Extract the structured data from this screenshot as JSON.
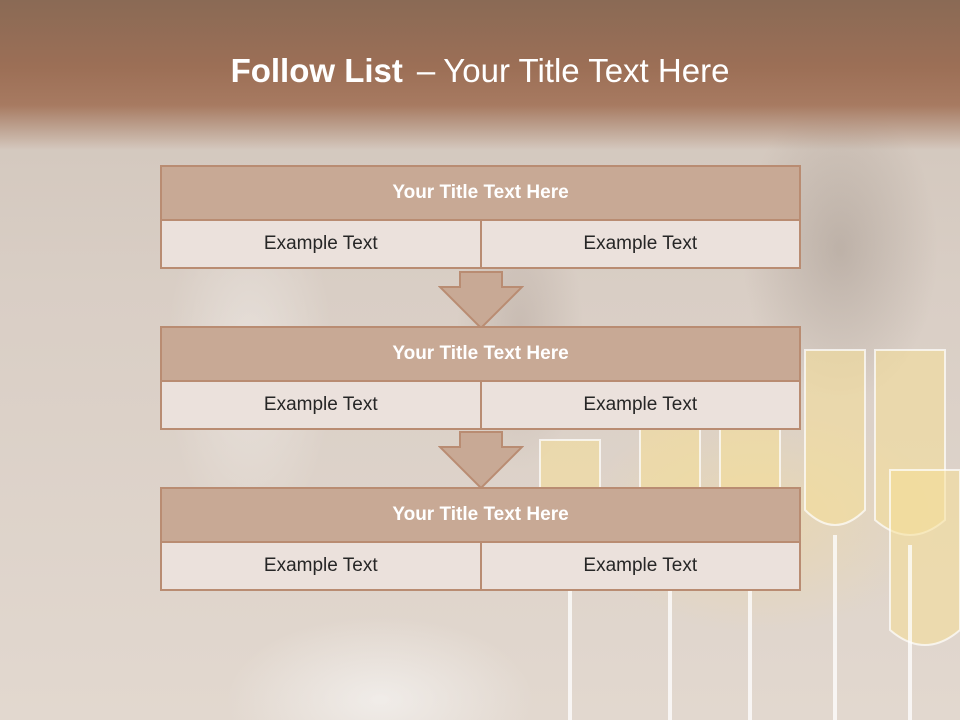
{
  "slide": {
    "title_bold": "Follow List",
    "title_sep": "–",
    "title_rest": "Your Title Text Here"
  },
  "colors": {
    "header_band": "#9c6f56",
    "block_header_fill": "#c8a995",
    "block_border": "#b98c72",
    "cell_fill": "#ebe1dc",
    "arrow_fill": "#c8a995"
  },
  "blocks": [
    {
      "title": "Your Title Text Here",
      "left": "Example Text",
      "right": "Example Text"
    },
    {
      "title": "Your Title Text Here",
      "left": "Example Text",
      "right": "Example Text"
    },
    {
      "title": "Your Title Text Here",
      "left": "Example Text",
      "right": "Example Text"
    }
  ],
  "icons": [
    "down-arrow-icon"
  ]
}
